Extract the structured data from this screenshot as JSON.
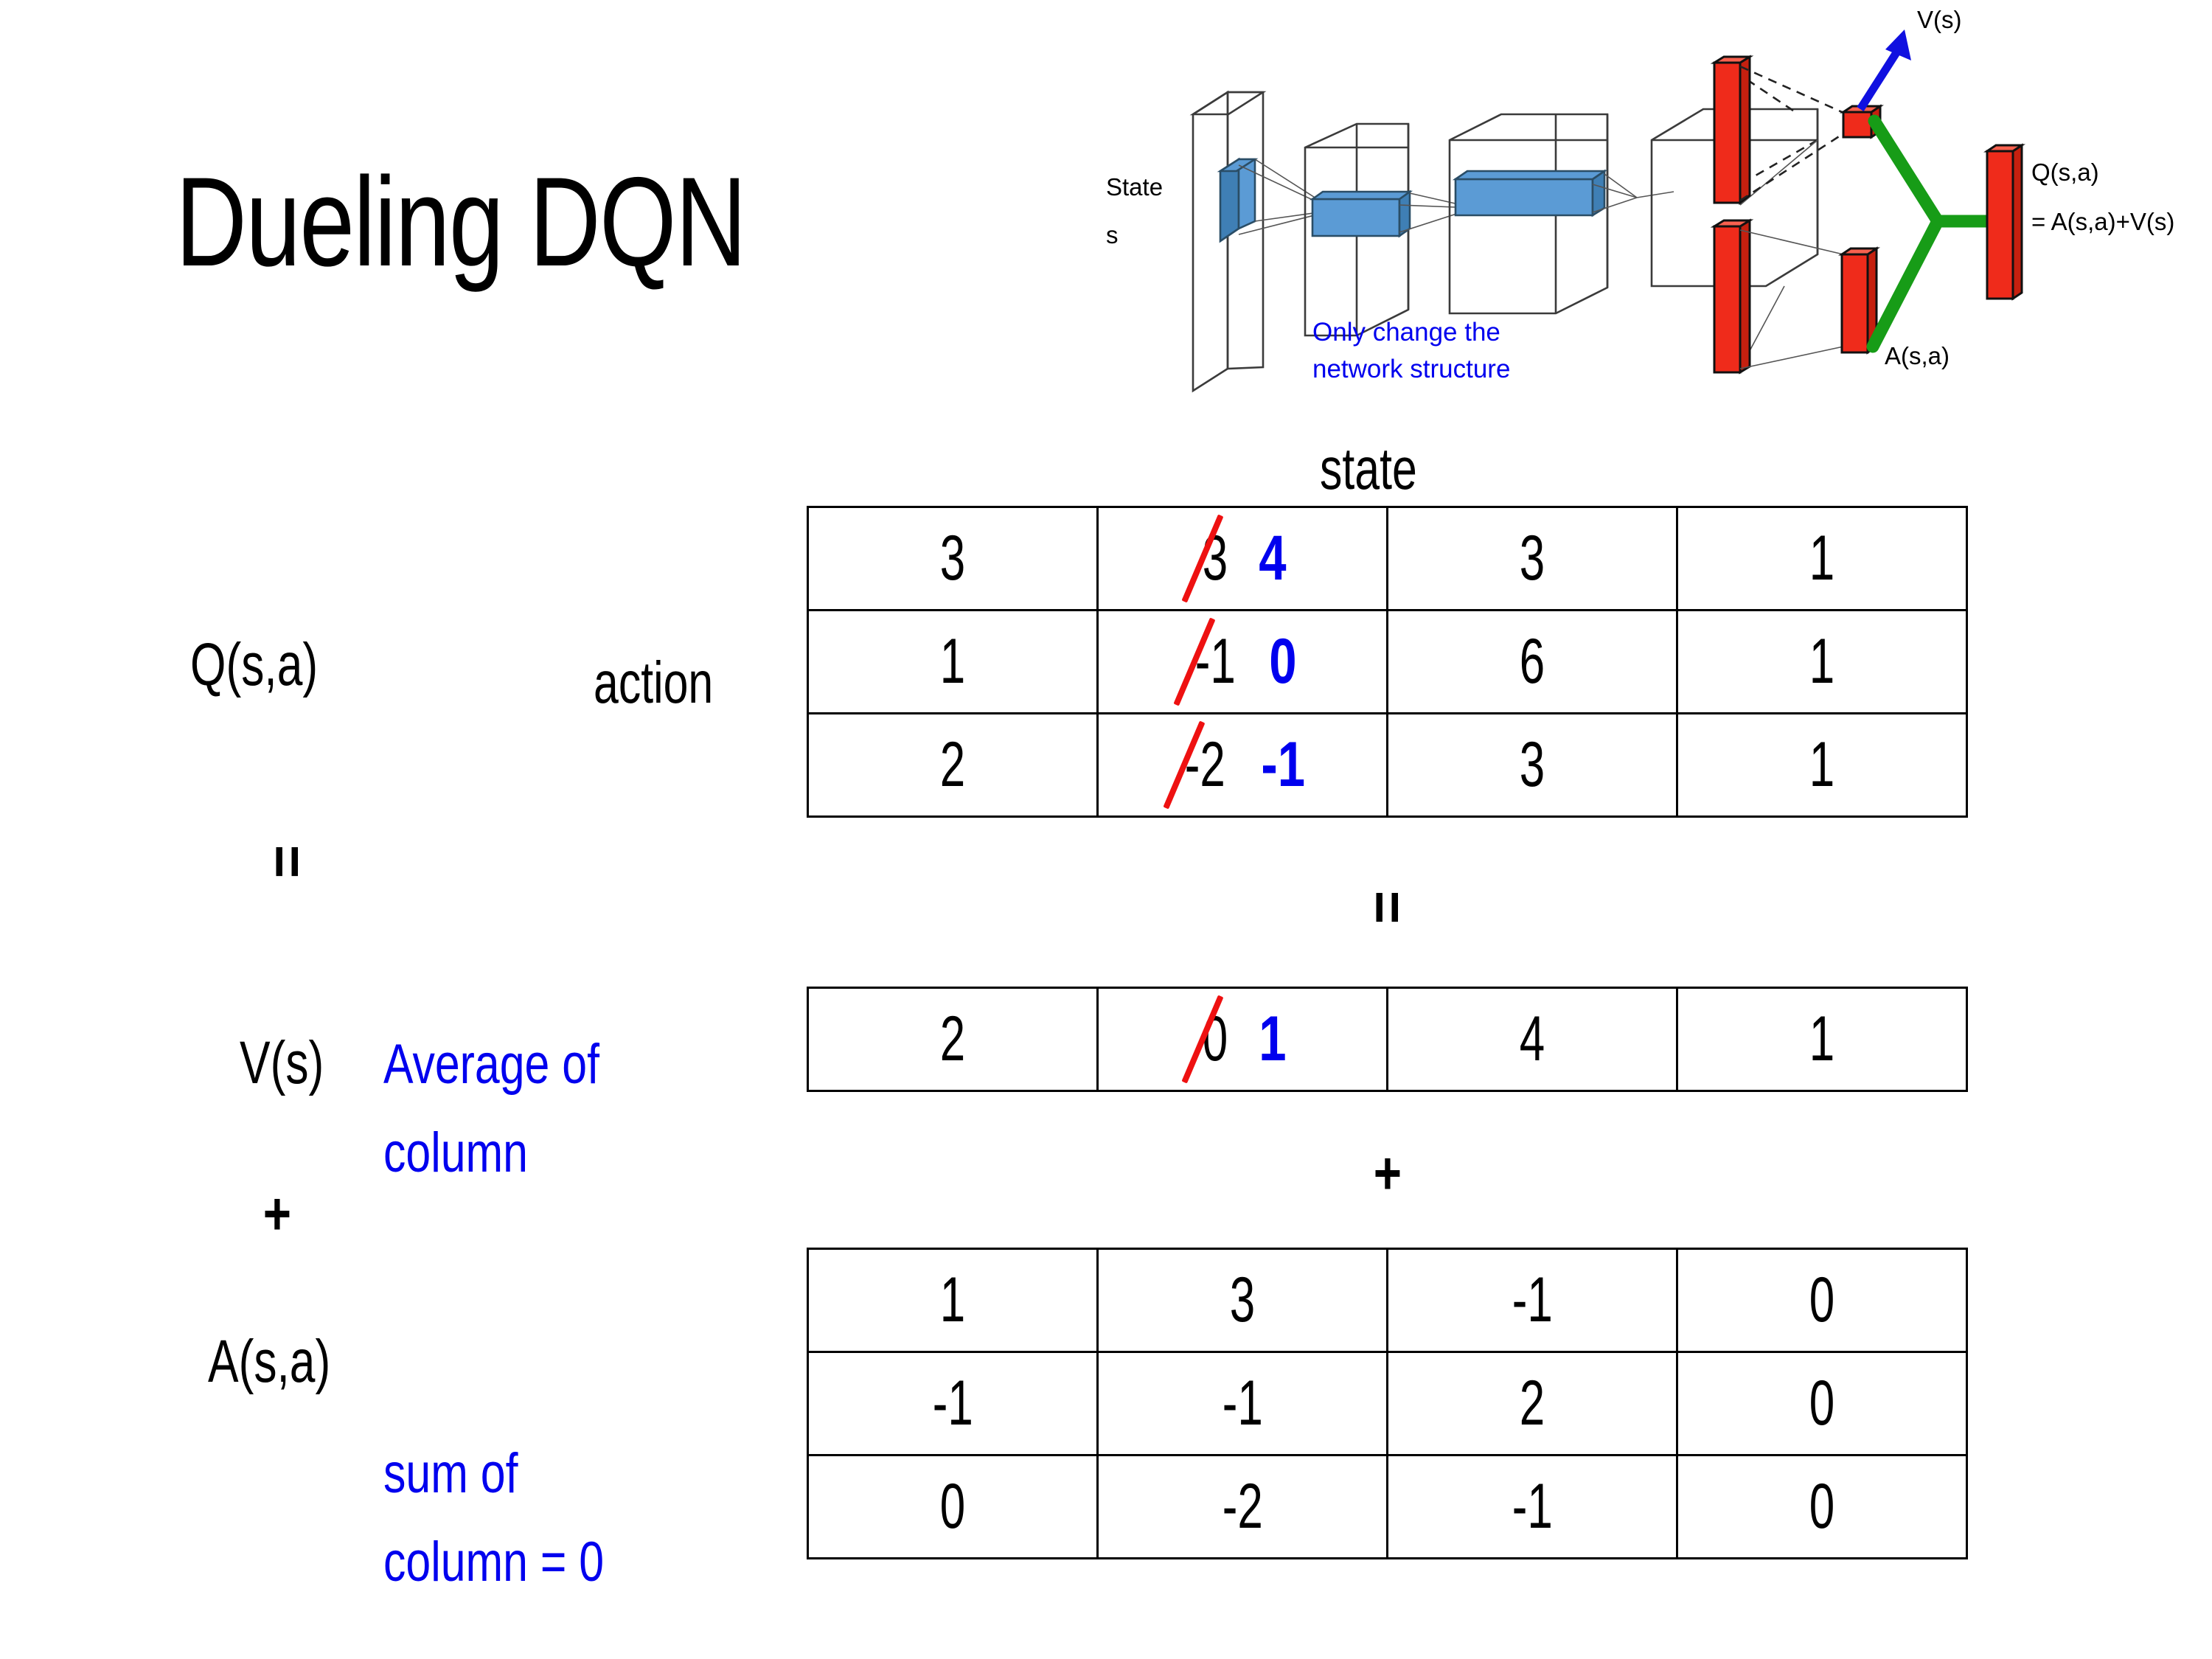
{
  "slide": {
    "title": "Dueling DQN",
    "background": "#ffffff"
  },
  "colors": {
    "black": "#000000",
    "blue_text": "#0000ee",
    "red_strike": "#ee1111",
    "red_bar": "#ef2b1b",
    "green_link": "#179c17",
    "blue_slab": "#5b9bd5",
    "blue_arrow": "#1010e0"
  },
  "diagram": {
    "name": "dueling-dqn-network",
    "input_label_line1": "State",
    "input_label_line2": "s",
    "note_line1": "Only change the",
    "note_line2": "network structure",
    "value_output": "V(s)",
    "advantage_output": "A(s,a)",
    "q_output_line1": "Q(s,a)",
    "q_output_line2": "= A(s,a)+V(s)"
  },
  "axes": {
    "state_header": "state",
    "action_header": "action"
  },
  "labels": {
    "q_label": "Q(s,a)",
    "v_label": "V(s)",
    "a_label": "A(s,a)",
    "equals_left": "=",
    "plus_left": "+",
    "equals_mid": "=",
    "plus_mid": "+",
    "v_note_line1": "Average of",
    "v_note_line2": "column",
    "a_note_line1": "sum of",
    "a_note_line2": "column = 0"
  },
  "chart_data": {
    "type": "table",
    "title": "Dueling DQN: Q(s,a) = V(s) + A(s,a)",
    "xlabel": "state",
    "ylabel": "action",
    "tables": [
      {
        "name": "Q(s,a)",
        "rows": [
          [
            {
              "value": "3"
            },
            {
              "value": "3",
              "struck": true,
              "new_value": "4"
            },
            {
              "value": "3"
            },
            {
              "value": "1"
            }
          ],
          [
            {
              "value": "1"
            },
            {
              "value": "-1",
              "struck": true,
              "new_value": "0"
            },
            {
              "value": "6"
            },
            {
              "value": "1"
            }
          ],
          [
            {
              "value": "2"
            },
            {
              "value": "-2",
              "struck": true,
              "new_value": "-1"
            },
            {
              "value": "3"
            },
            {
              "value": "1"
            }
          ]
        ]
      },
      {
        "name": "V(s)",
        "rows": [
          [
            {
              "value": "2"
            },
            {
              "value": "0",
              "struck": true,
              "new_value": "1"
            },
            {
              "value": "4"
            },
            {
              "value": "1"
            }
          ]
        ]
      },
      {
        "name": "A(s,a)",
        "rows": [
          [
            {
              "value": "1"
            },
            {
              "value": "3"
            },
            {
              "value": "-1"
            },
            {
              "value": "0"
            }
          ],
          [
            {
              "value": "-1"
            },
            {
              "value": "-1"
            },
            {
              "value": "2"
            },
            {
              "value": "0"
            }
          ],
          [
            {
              "value": "0"
            },
            {
              "value": "-2"
            },
            {
              "value": "-1"
            },
            {
              "value": "0"
            }
          ]
        ]
      }
    ]
  }
}
